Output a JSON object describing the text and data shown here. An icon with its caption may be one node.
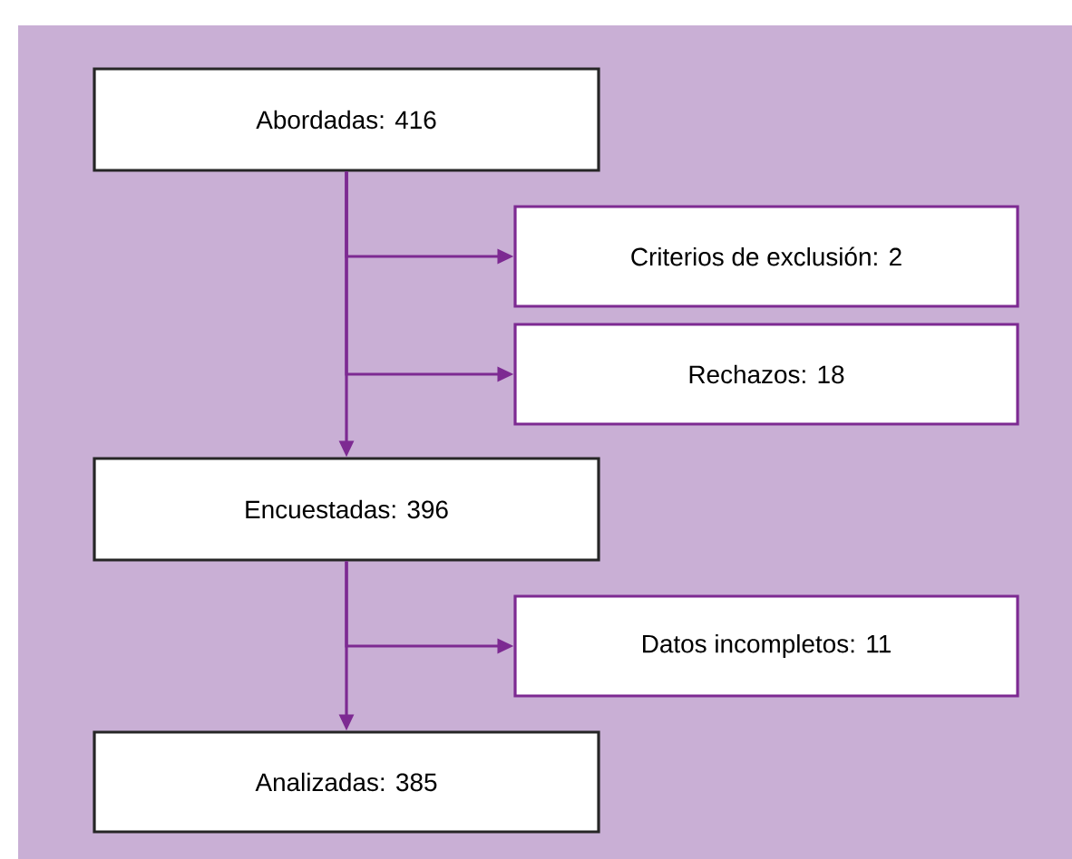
{
  "diagram": {
    "nodes": [
      {
        "text": [
          "Abordadas: 416"
        ]
      },
      {
        "text": [
          "Criterios de exclusión: 2"
        ]
      },
      {
        "text": [
          "Rechazos: 18"
        ]
      },
      {
        "text": [
          "Encuestadas: 396"
        ]
      },
      {
        "text": [
          "Datos incompletos: 11"
        ]
      },
      {
        "text": [
          "Analizadas: 385"
        ]
      }
    ],
    "edges": [
      {
        "from": 0,
        "to": 1,
        "arrow": "to"
      },
      {
        "from": 0,
        "to": 2,
        "arrow": "to"
      },
      {
        "from": 0,
        "to": 3,
        "arrow": "to"
      },
      {
        "from": 3,
        "to": 4,
        "arrow": "to"
      },
      {
        "from": 3,
        "to": 5,
        "arrow": "to"
      }
    ]
  }
}
